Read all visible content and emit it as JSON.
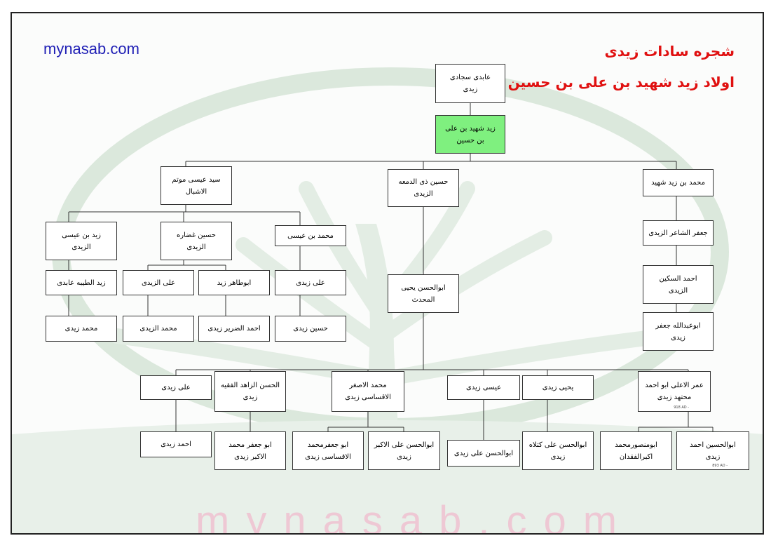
{
  "header": {
    "brand": "mynasab.com",
    "title_line1": "شجره سادات زیدی",
    "title_line2": "اولاد زید شهید بن علی بن حسین",
    "watermark": "mynasab.com"
  },
  "colors": {
    "brand": "#1f1fb5",
    "title": "#e01010",
    "highlight": "#7ff07f",
    "watermark": "#eec8d4"
  },
  "tree": {
    "abedi": [
      "عابدی سجادی",
      "زیدی"
    ],
    "zaid": [
      "زید شهید بن علی",
      "بن حسین"
    ],
    "muhammad_zaid": [
      "محمد بن زید شهید"
    ],
    "hussain_dhi": [
      "حسین ذی الدمعه",
      "الزیدی"
    ],
    "isa_mutam": [
      "سید عیسی موتم",
      "الاشبال"
    ],
    "jafar_shair": [
      "جعفر الشاعر الزیدی"
    ],
    "ahmad_sukayn": [
      "احمد السکین",
      "الزیدی"
    ],
    "abu_abdullah": [
      "ابوعبدالله جعفر",
      "زیدی"
    ],
    "abulhasan_yahya": [
      "ابوالحسن یحیی",
      "المحدث"
    ],
    "zaid_isa": [
      "زید بن عیسی",
      "الزیدی"
    ],
    "hussain_ghazara": [
      "حسین غضاره",
      "الزیدی"
    ],
    "muhammad_isa": [
      "محمد بن عیسی"
    ],
    "zaid_tayyiba": [
      "زید الطیبه عابدی"
    ],
    "ali_zaidi_a": [
      "علی الزیدی"
    ],
    "abu_tahir": [
      "ابوطاهر زید"
    ],
    "ali_zaidi_b": [
      "علی زیدی"
    ],
    "muhammad_zaidi_a": [
      "محمد زیدی"
    ],
    "muhammad_zaidi_b": [
      "محمد الزیدی"
    ],
    "ahmad_darir": [
      "احمد الضریر زیدی"
    ],
    "hussain_zaidi": [
      "حسین زیدی"
    ],
    "umar_ala": [
      "عمر الاعلی ابو احمد",
      "محتهد زیدی"
    ],
    "umar_ala_note": "918 AD -",
    "yahya_zaidi": [
      "یحیی زیدی"
    ],
    "isa_zaidi": [
      "عیسی زیدی"
    ],
    "muhammad_asghar": [
      "محمد الاصغر",
      "الاقساسی زیدی"
    ],
    "hasan_zahid": [
      "الحسن الزاهد الفقیه",
      "زیدی"
    ],
    "ali_zaidi_c": [
      "علی زیدی"
    ],
    "abulhussain_ahmad": [
      "ابوالحسین احمد",
      "زیدی"
    ],
    "abulhussain_ahmad_note": "893 AD -",
    "abu_mansur": [
      "ابومنصورمحمد",
      "اکبرالفقدان"
    ],
    "abulhasan_kutla": [
      "ابوالحسن علی کتلاه",
      "زیدی"
    ],
    "abulhasan_ali": [
      "ابوالحسن علی زیدی"
    ],
    "abulhasan_akbar": [
      "ابوالحسن علی الاکبر",
      "زیدی"
    ],
    "abu_jafar_aqsasi": [
      "ابو جعفرمحمد",
      "الاقساسی زیدی"
    ],
    "abu_jafar_akbar": [
      "ابو جعفر محمد",
      "الاکبر زیدی"
    ],
    "ahmad_zaidi": [
      "احمد زیدی"
    ]
  }
}
